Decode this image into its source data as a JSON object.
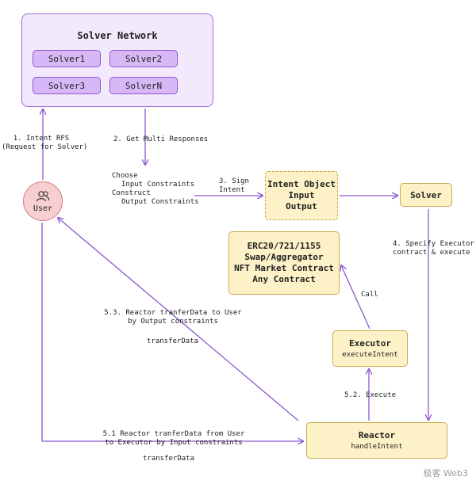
{
  "solver_network": {
    "title": "Solver Network",
    "solvers": [
      "Solver1",
      "Solver2",
      "Solver3",
      "SolverN"
    ]
  },
  "user": {
    "label": "User",
    "icon": "users-icon"
  },
  "labels": {
    "intent_rfs_1": "1. Intent RFS",
    "intent_rfs_2": "(Request for Solver)",
    "get_multi": "2. Get Multi Responses",
    "choose": "Choose",
    "input_constraints": "Input Constraints",
    "construct": "Construct",
    "output_constraints": "Output Constraints",
    "sign_1": "3. Sign",
    "sign_2": "Intent",
    "specify_1": "4. Specify Executor",
    "specify_2": "contract & execute",
    "call": "Call",
    "execute": "5.2. Execute",
    "r53_1": "5.3. Reactor tranferData to User",
    "r53_2": "by Output constraints",
    "transfer_data_upper": "transferData",
    "r51_1": "5.1 Reactor tranferData from User",
    "r51_2": "to Executor by Input constraints",
    "transfer_data_lower": "transferData"
  },
  "intent_object": {
    "line1": "Intent Object",
    "line2": "Input",
    "line3": "Output"
  },
  "solver_box": {
    "label": "Solver"
  },
  "contracts_box": {
    "line1": "ERC20/721/1155",
    "line2": "Swap/Aggregator",
    "line3": "NFT Market Contract",
    "line4": "Any Contract"
  },
  "executor_box": {
    "title": "Executor",
    "method": "executeIntent"
  },
  "reactor_box": {
    "title": "Reactor",
    "method": "handleIntent"
  },
  "watermark": "极客 Web3",
  "colors": {
    "arrow": "#8e57cf",
    "purple_fill": "#f3e9fd",
    "yellow_fill": "#fdf2c7",
    "user_fill": "#f8cfd0"
  }
}
